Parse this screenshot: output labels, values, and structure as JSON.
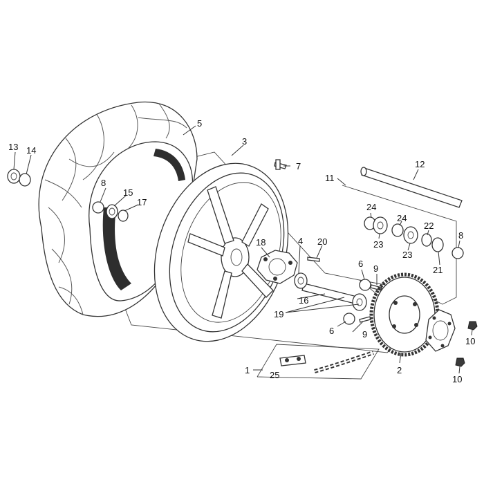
{
  "labels": {
    "l1": "1",
    "l2": "2",
    "l3": "3",
    "l4": "4",
    "l5": "5",
    "l6a": "6",
    "l6b": "6",
    "l7": "7",
    "l8a": "8",
    "l8b": "8",
    "l9a": "9",
    "l9b": "9",
    "l10a": "10",
    "l10b": "10",
    "l11": "11",
    "l12": "12",
    "l13": "13",
    "l14": "14",
    "l15": "15",
    "l16": "16",
    "l17": "17",
    "l18": "18",
    "l19": "19",
    "l20": "20",
    "l21": "21",
    "l22": "22",
    "l23a": "23",
    "l23b": "23",
    "l24a": "24",
    "l24b": "24",
    "l25": "25"
  },
  "colors": {
    "line": "#333333",
    "background": "#ffffff"
  }
}
